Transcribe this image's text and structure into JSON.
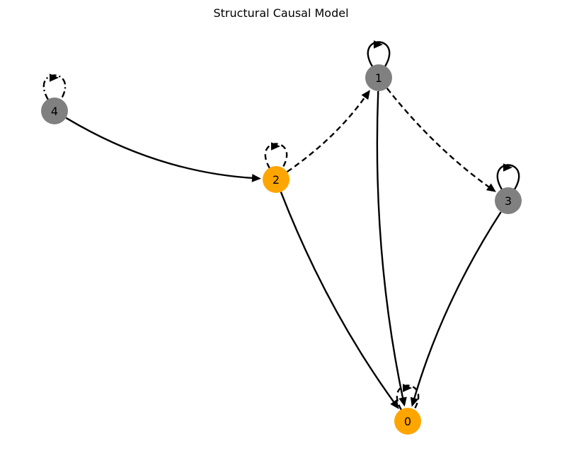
{
  "title": "Structural Causal Model",
  "colors": {
    "highlight_node": "#FFA500",
    "default_node": "#808080",
    "edge": "#000000",
    "background": "#FFFFFF"
  },
  "nodes": [
    {
      "id": "0",
      "label": "0",
      "color": "#FFA500"
    },
    {
      "id": "1",
      "label": "1",
      "color": "#808080"
    },
    {
      "id": "2",
      "label": "2",
      "color": "#FFA500"
    },
    {
      "id": "3",
      "label": "3",
      "color": "#808080"
    },
    {
      "id": "4",
      "label": "4",
      "color": "#808080"
    }
  ],
  "edges": [
    {
      "source": "4",
      "target": "2",
      "style": "solid"
    },
    {
      "source": "2",
      "target": "1",
      "style": "dashed"
    },
    {
      "source": "2",
      "target": "0",
      "style": "solid"
    },
    {
      "source": "1",
      "target": "0",
      "style": "solid"
    },
    {
      "source": "1",
      "target": "3",
      "style": "dashed"
    },
    {
      "source": "3",
      "target": "0",
      "style": "solid"
    },
    {
      "source": "0",
      "target": "0",
      "style": "dashed"
    },
    {
      "source": "1",
      "target": "1",
      "style": "solid"
    },
    {
      "source": "2",
      "target": "2",
      "style": "dashed"
    },
    {
      "source": "3",
      "target": "3",
      "style": "solid"
    },
    {
      "source": "4",
      "target": "4",
      "style": "dashdot"
    }
  ]
}
